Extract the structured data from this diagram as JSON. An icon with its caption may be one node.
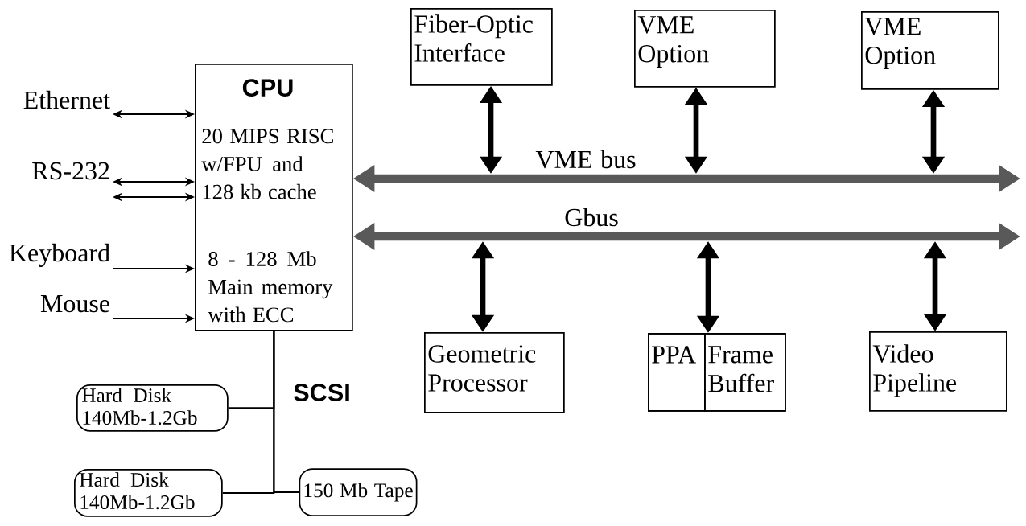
{
  "diagram": {
    "nodes": [
      {
        "text": [
          "Ethernet"
        ]
      },
      {
        "text": [
          "RS-232"
        ]
      },
      {
        "text": [
          "Keyboard"
        ]
      },
      {
        "text": [
          "Mouse"
        ]
      },
      {
        "text": [
          "CPU",
          "20 MIPS RISC w/FPU and 128 kb cache",
          "8 - 128 Mb Main memory with ECC"
        ]
      },
      {
        "text": [
          "Fiber-Optic Interface"
        ]
      },
      {
        "text": [
          "VME Option"
        ]
      },
      {
        "text": [
          "VME Option"
        ]
      },
      {
        "text": [
          "Geometric Processor"
        ]
      },
      {
        "text": [],
        "shape": "box"
      },
      {
        "text": [
          "PPA"
        ],
        "in": 9
      },
      {
        "text": [
          "Frame Buffer"
        ],
        "in": 9
      },
      {
        "text": [
          "Video Pipeline"
        ]
      },
      {
        "text": [
          "Hard Disk 140Mb-1.2Gb"
        ]
      },
      {
        "text": [
          "Hard Disk 140Mb-1.2Gb"
        ]
      },
      {
        "text": [
          "150 Mb Tape"
        ]
      }
    ],
    "edges": [
      {
        "from": 0,
        "to": 4,
        "arrow": "both"
      },
      {
        "from": 1,
        "to": 4,
        "arrow": "both"
      },
      {
        "from": 1,
        "to": 4,
        "arrow": "both"
      },
      {
        "from": 2,
        "to": 4,
        "arrow": "to"
      },
      {
        "from": 3,
        "to": 4,
        "arrow": "to"
      },
      {
        "from": 4,
        "to": null,
        "arrow": "both",
        "label": "VME bus",
        "style": "thick",
        "color": "#595959"
      },
      {
        "from": 4,
        "to": null,
        "arrow": "both",
        "label": "Gbus",
        "style": "thick",
        "color": "#595959"
      },
      {
        "from": 5,
        "to": null,
        "arrow": "both",
        "style": "thick"
      },
      {
        "from": 6,
        "to": null,
        "arrow": "both",
        "style": "thick"
      },
      {
        "from": 7,
        "to": null,
        "arrow": "both",
        "style": "thick"
      },
      {
        "from": null,
        "to": 8,
        "arrow": "both",
        "style": "thick"
      },
      {
        "from": null,
        "to": 9,
        "arrow": "both",
        "style": "thick"
      },
      {
        "from": null,
        "to": 12,
        "arrow": "both",
        "style": "thick"
      },
      {
        "from": 4,
        "to": 13,
        "arrow": "none"
      },
      {
        "from": 4,
        "to": 14,
        "arrow": "none"
      },
      {
        "from": 4,
        "to": 15,
        "arrow": "none"
      }
    ],
    "labels": [
      "SCSI"
    ]
  }
}
